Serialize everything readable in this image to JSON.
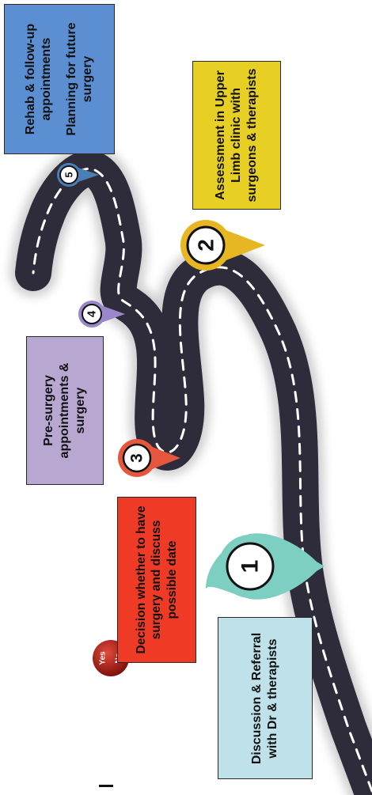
{
  "steps": {
    "s1": {
      "number": "1",
      "text": "Discussion & Referral with Dr & therapists",
      "color": "#bfe2ea"
    },
    "decision": {
      "text": "Decision whether to have surgery and discuss possible date",
      "color": "#ef3b25"
    },
    "s2": {
      "number": "2",
      "text": "Assessment in Upper Limb clinic with surgeons & therapists",
      "color": "#e7cf23"
    },
    "s3": {
      "number": "3",
      "text": "Pre-surgery appointments & surgery",
      "color": "#b7a7d1"
    },
    "s4": {
      "number": "4"
    },
    "s5": {
      "number": "5",
      "text_line1": "Rehab & follow-up appointments",
      "text_line2": "Planning for future surgery",
      "color": "#5b8fd1"
    }
  },
  "yes_no": {
    "yes": "Yes",
    "no": "No"
  },
  "icons": {
    "marker": "map-pin-icon",
    "yes_no_ball": "yes-no-ball-icon"
  }
}
